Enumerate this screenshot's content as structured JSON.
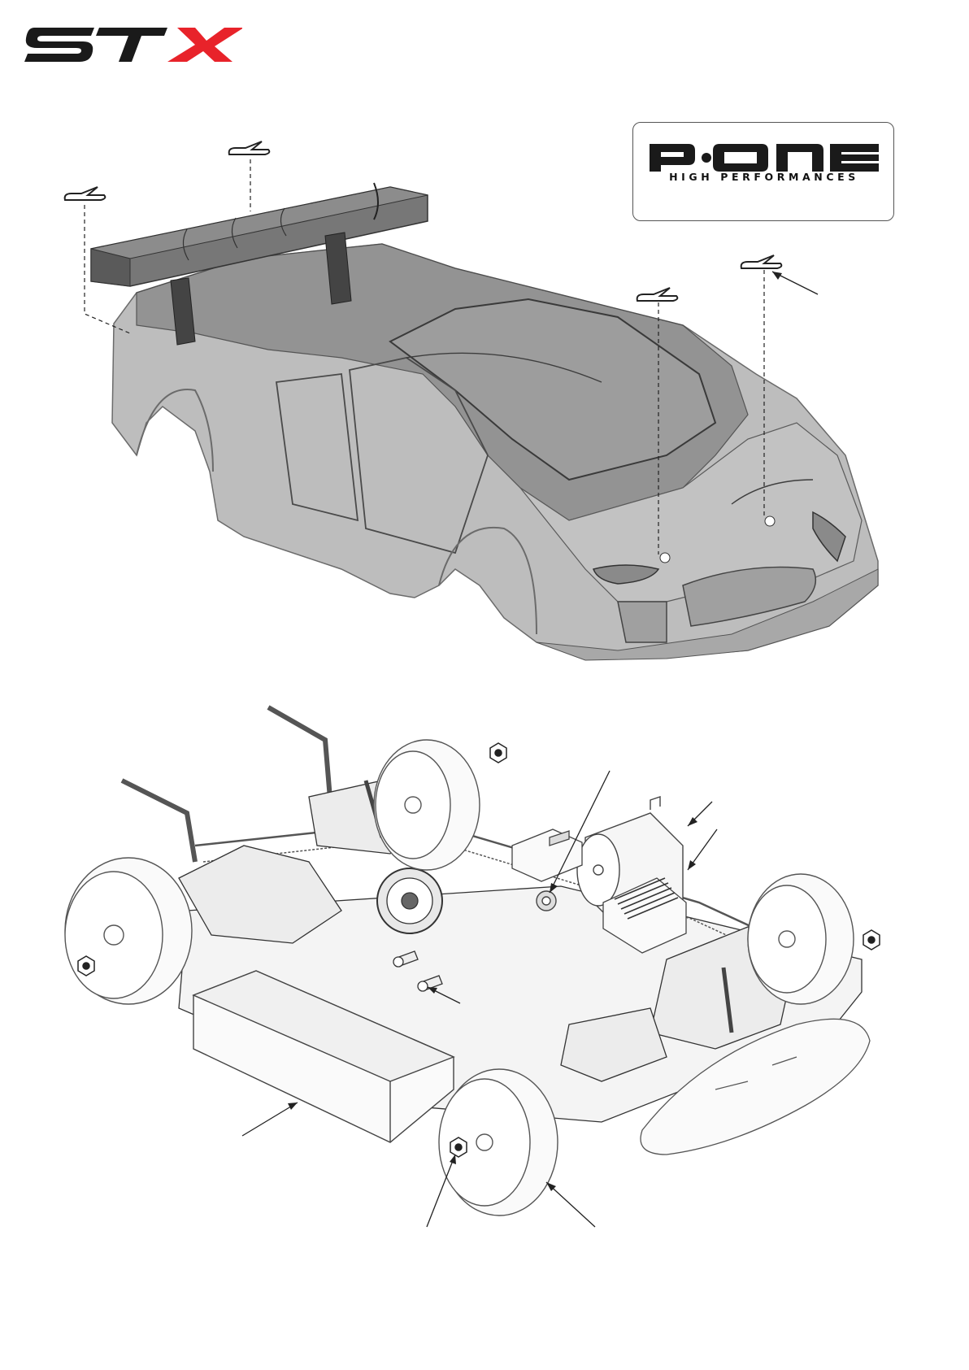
{
  "brand": {
    "logo_text": "STX",
    "accent_color": "#e8232a",
    "dark_color": "#1a1a1a"
  },
  "partner": {
    "logo_text": "P·ONE",
    "tagline": "HIGH PERFORMANCES"
  },
  "figures": {
    "body": "body-shell-exploded-view",
    "chassis": "chassis-exploded-view"
  }
}
